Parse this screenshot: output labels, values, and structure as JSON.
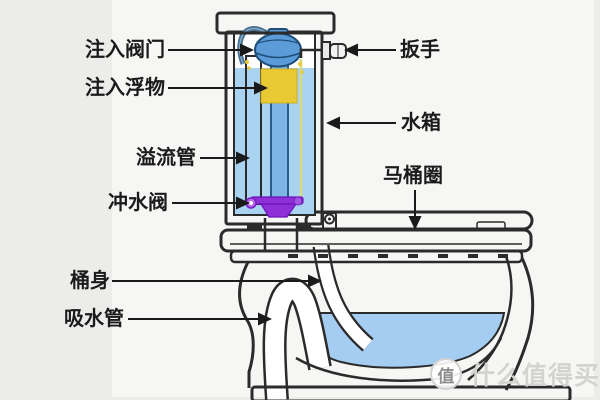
{
  "labels": {
    "fill_valve": "注入阀门",
    "fill_float": "注入浮物",
    "overflow_tube": "溢流管",
    "flush_valve": "冲水阀",
    "handle": "扳手",
    "water_tank": "水箱",
    "toilet_seat": "马桶圈",
    "bowl_body": "桶身",
    "siphon_tube": "吸水管"
  },
  "watermark": {
    "logo_char": "值",
    "text": "什么值得买"
  },
  "colors": {
    "outline": "#2b2b2b",
    "tank_water": "#a9d3f1",
    "bowl_water": "#a5cdf2",
    "float": "#e9c934",
    "fill_valve_head": "#5b9bd8",
    "flush_valve": "#8e2fd8",
    "chain": "#d9da7e"
  }
}
